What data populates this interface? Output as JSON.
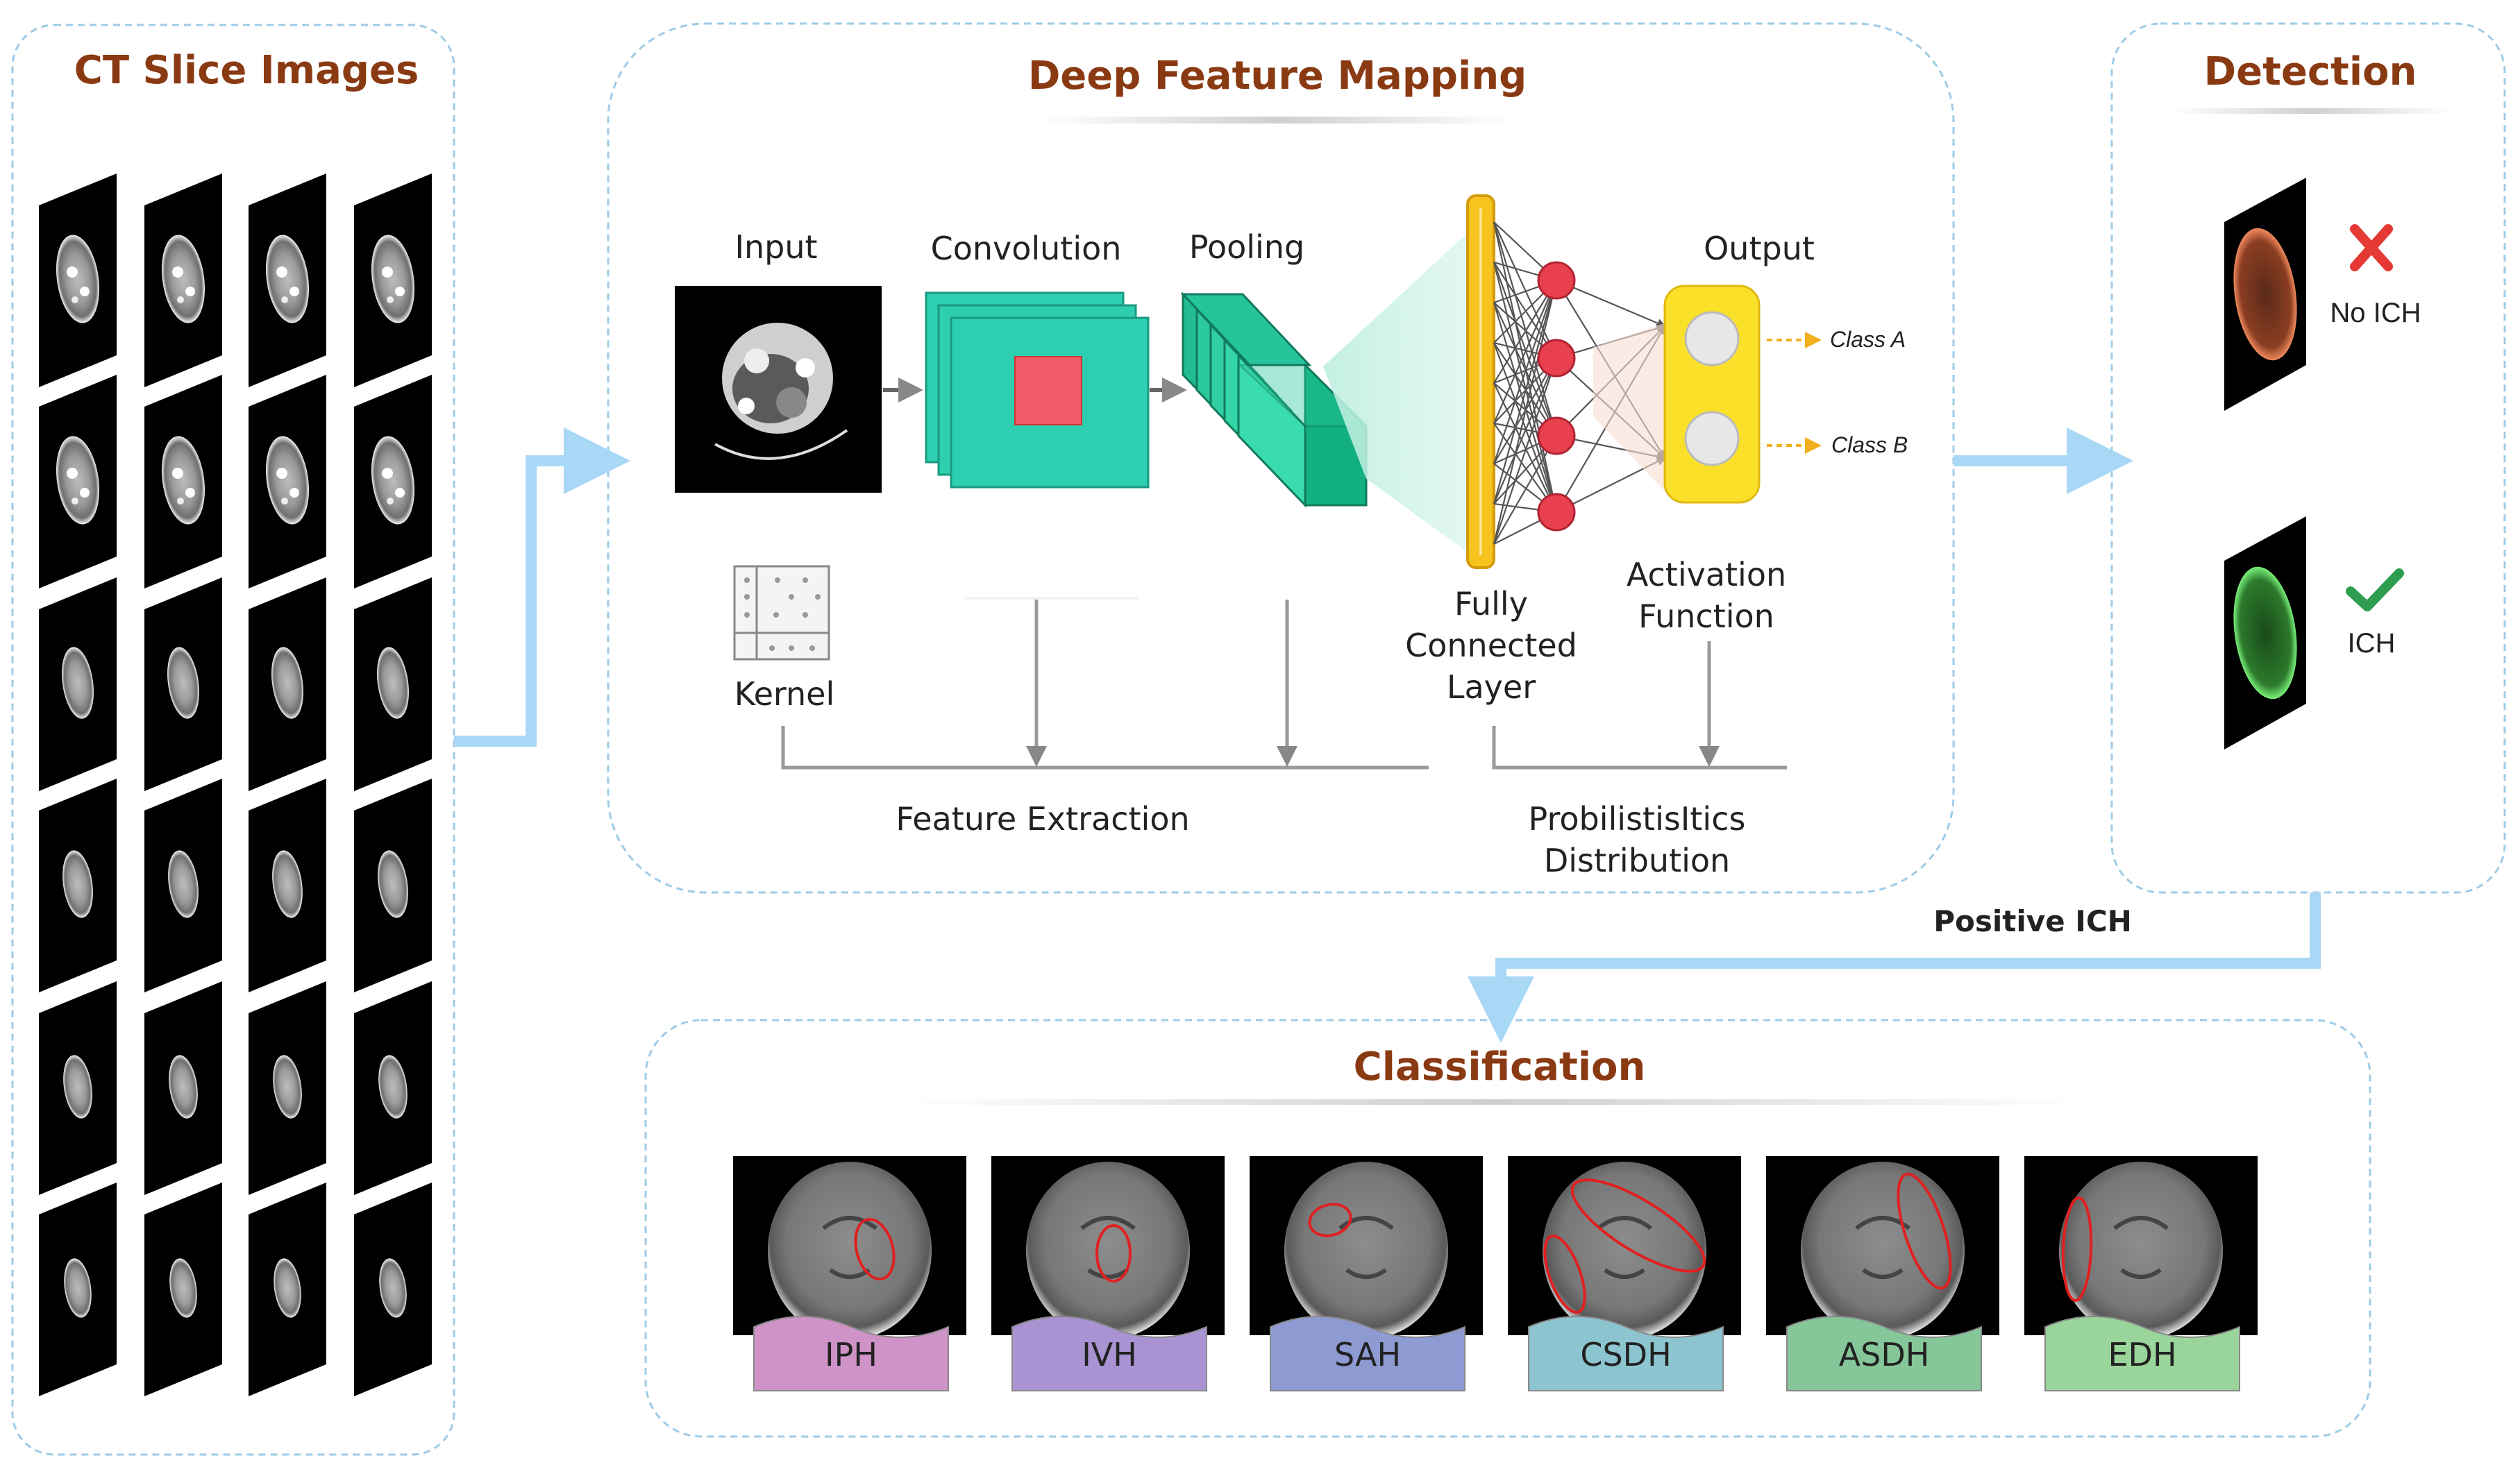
{
  "panels": {
    "ct_slices": {
      "title": "CT Slice Images"
    },
    "deep_feature": {
      "title": "Deep Feature Mapping"
    },
    "detection": {
      "title": "Detection"
    },
    "classification": {
      "title": "Classification"
    }
  },
  "cnn": {
    "input": "Input",
    "convolution": "Convolution",
    "pooling": "Pooling",
    "output": "Output",
    "kernel": "Kernel",
    "fc_line1": "Fully",
    "fc_line2": "Connected",
    "fc_line3": "Layer",
    "activation_line1": "Activation",
    "activation_line2": "Function",
    "class_a": "Class A",
    "class_b": "Class B",
    "feature_extraction": "Feature Extraction",
    "prob_line1": "ProbilistisItics",
    "prob_line2": "Distribution"
  },
  "detection": {
    "negative": "No ICH",
    "positive": "ICH"
  },
  "flow_label": "Positive ICH",
  "subtypes": [
    "IPH",
    "IVH",
    "SAH",
    "CSDH",
    "ASDH",
    "EDH"
  ],
  "colors": {
    "title": "#8a3a12",
    "arrow": "#a8d8f5",
    "panel_border": "#9fcbe6",
    "conv": "#2ecfb0",
    "pool": "#22b88a",
    "fc_bar": "#f7c31f",
    "neuron": "#e8404e",
    "output_box": "#fbe02a",
    "cross": "#e53935",
    "check": "#2e9d4f",
    "subtype_bg": [
      "#cf93c7",
      "#a993d2",
      "#8e9bd3",
      "#8cc5cf",
      "#86c79a",
      "#9ad59b"
    ]
  }
}
